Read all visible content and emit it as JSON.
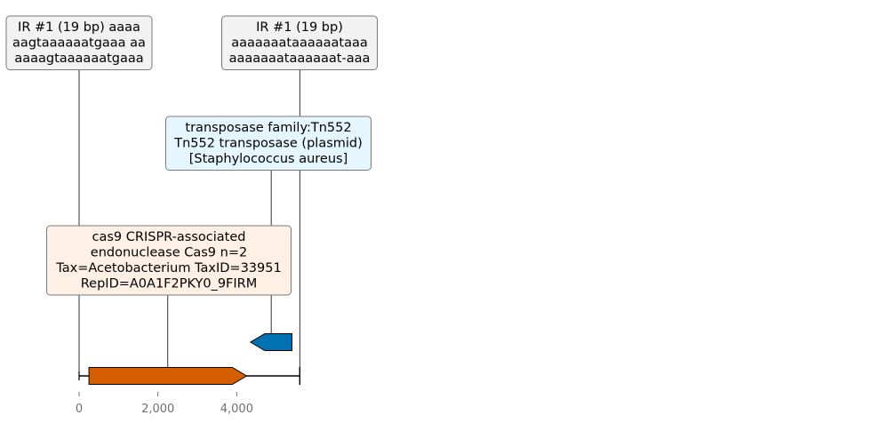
{
  "map": {
    "axis": {
      "min": 0,
      "max": 5600,
      "ticks": [
        {
          "value": 0,
          "label": "0"
        },
        {
          "value": 2000,
          "label": "2,000"
        },
        {
          "value": 4000,
          "label": "4,000"
        }
      ]
    },
    "features": [
      {
        "id": "cas9",
        "start": 250,
        "end": 4250,
        "strand": "+",
        "color": "#d55e00"
      },
      {
        "id": "tn552",
        "start": 4350,
        "end": 5400,
        "strand": "-",
        "color": "#0072b2"
      }
    ],
    "annotations": [
      {
        "id": "ir-left",
        "position": 0,
        "fill": "#f2f2f2",
        "lines": [
          "IR #1 (19 bp) aaaa",
          "aagtaaaaaatgaaa aa",
          "aaaagtaaaaaatgaaa"
        ]
      },
      {
        "id": "ir-right",
        "position": 5600,
        "fill": "#f2f2f2",
        "lines": [
          "IR #1 (19 bp)",
          "aaaaaaataaaaaataaa",
          "aaaaaaataaaaaat-aaa"
        ]
      },
      {
        "id": "transposase",
        "position": 4875,
        "fill": "#e6f6fe",
        "lines": [
          "transposase family:Tn552",
          "Tn552 transposase (plasmid)",
          "[Staphylococcus aureus]"
        ]
      },
      {
        "id": "cas9-label",
        "position": 2250,
        "fill": "#fef0e5",
        "lines": [
          "cas9 CRISPR-associated",
          "endonuclease Cas9 n=2",
          "Tax=Acetobacterium TaxID=33951",
          "RepID=A0A1F2PKY0_9FIRM"
        ]
      }
    ]
  }
}
